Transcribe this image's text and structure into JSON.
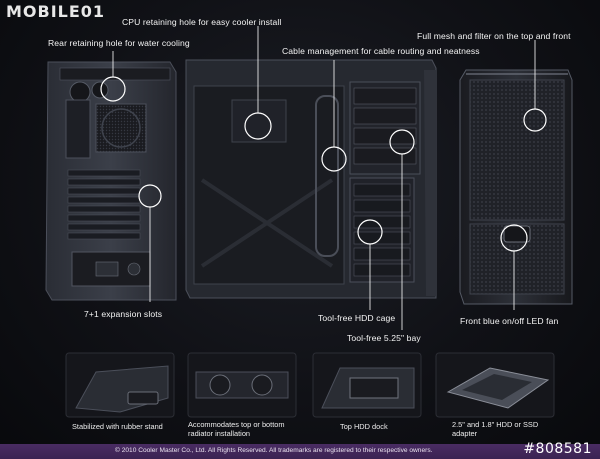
{
  "logo": {
    "text": "MOBILE01"
  },
  "callouts": {
    "rear_hole": "Rear retaining hole for water cooling",
    "cpu_hole": "CPU retaining hole for easy cooler install",
    "cable_mgmt": "Cable management for cable routing and neatness",
    "mesh_filter": "Full mesh and filter on the top and front",
    "expansion": "7+1 expansion slots",
    "hdd_cage": "Tool-free HDD cage",
    "bay": "Tool-free 5.25\" bay",
    "led_fan": "Front blue on/off LED fan"
  },
  "features": [
    {
      "label": "Stabilized with rubber stand"
    },
    {
      "label": "Accommodates top or bottom radiator installation"
    },
    {
      "label": "Top HDD dock"
    },
    {
      "label": "2.5\" and 1.8\" HDD or SSD adapter"
    }
  ],
  "footer": {
    "copyright": "© 2010 Cooler Master Co., Ltd. All Rights Reserved. All trademarks are registered to their respective owners.",
    "photo_id": "#808581"
  },
  "colors": {
    "footer_bar": "#3b2352",
    "background": "#0d0e12"
  }
}
